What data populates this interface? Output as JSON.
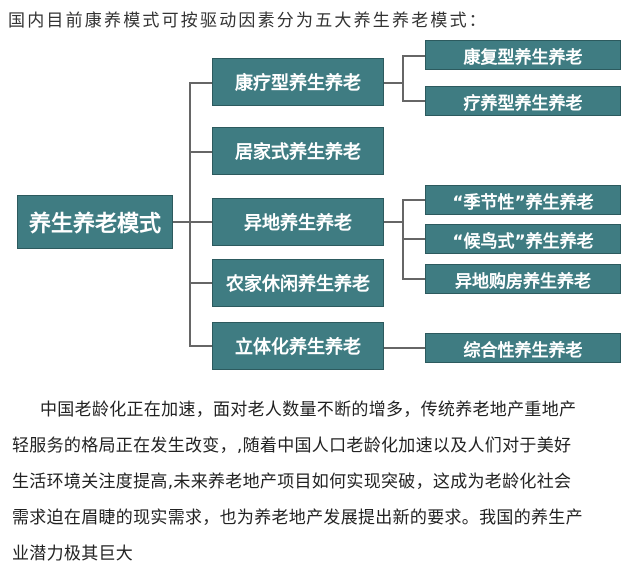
{
  "title": "国内目前康养模式可按驱动因素分为五大养生养老模式：",
  "diagram": {
    "root": "养生养老模式",
    "branches": [
      {
        "label": "康疗型养生养老",
        "children": [
          "康复型养生养老",
          "疗养型养生养老"
        ]
      },
      {
        "label": "居家式养生养老",
        "children": []
      },
      {
        "label": "异地养生养老",
        "children": [
          "“季节性”养生养老",
          "“候鸟式”养生养老",
          "异地购房养生养老"
        ]
      },
      {
        "label": "农家休闲养生养老",
        "children": []
      },
      {
        "label": "立体化养生养老",
        "children": [
          "综合性养生养老"
        ]
      }
    ],
    "box_color": "#3f7c82"
  },
  "paragraph": [
    "中国老龄化正在加速，面对老人数量不断的增多，传统养老地产重地产",
    "轻服务的格局正在发生改变，,随着中国人口老龄化加速以及人们对于美好",
    "生活环境关注度提高,未来养老地产项目如何实现突破，这成为老龄化社会",
    "需求迫在眉睫的现实需求，也为养老地产发展提出新的要求。我国的养生产",
    "业潜力极其巨大"
  ]
}
